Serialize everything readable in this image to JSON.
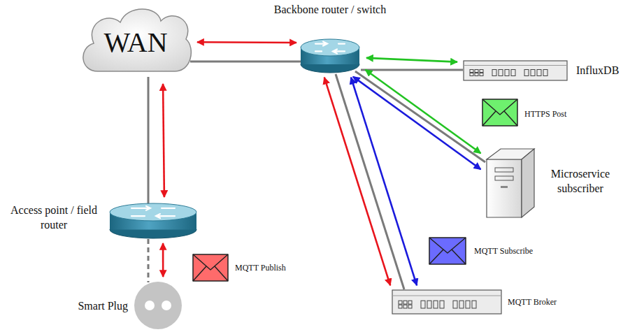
{
  "diagram": {
    "nodes": [
      {
        "text": [
          "Backbone router / switch"
        ]
      },
      {
        "text": [
          "WAN"
        ]
      },
      {
        "text": [
          "InfluxDB"
        ]
      },
      {
        "text": [
          "Microservice subscriber"
        ]
      },
      {
        "text": [
          "Access point / field router"
        ]
      },
      {
        "text": [
          "MQTT Broker"
        ]
      },
      {
        "text": [
          "Smart Plug"
        ]
      }
    ],
    "edges": [
      {
        "from": 1,
        "to": 0,
        "arrow": "both"
      },
      {
        "from": 1,
        "to": 4,
        "arrow": "both"
      },
      {
        "from": 4,
        "to": 6,
        "arrow": "both"
      },
      {
        "from": 0,
        "to": 2,
        "arrow": "both"
      },
      {
        "from": 0,
        "to": 3,
        "arrow": "both"
      },
      {
        "from": 0,
        "to": 3,
        "arrow": "both"
      },
      {
        "from": 0,
        "to": 5,
        "arrow": "both"
      },
      {
        "from": 0,
        "to": 5,
        "arrow": "both"
      }
    ],
    "labels": [
      "HTTPS Post",
      "MQTT Subscribe",
      "MQTT Publish"
    ]
  }
}
